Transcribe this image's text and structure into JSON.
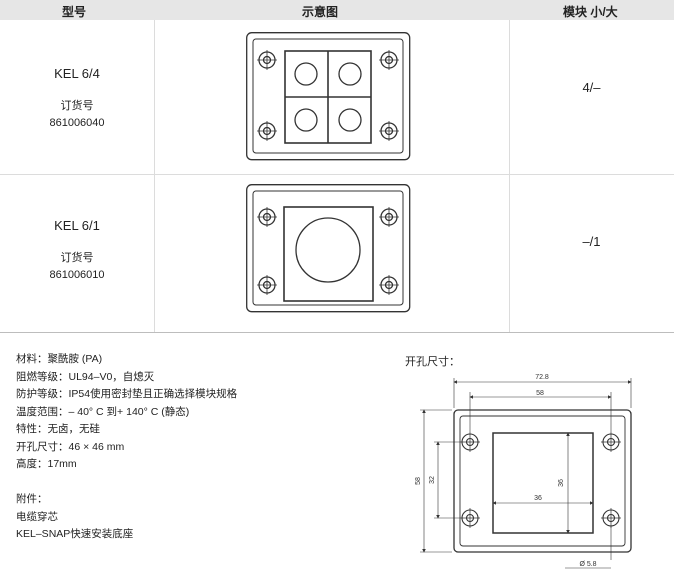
{
  "header": {
    "col_model": "型号",
    "col_diagram": "示意图",
    "col_modules": "模块 小/大"
  },
  "rows": [
    {
      "model": "KEL 6/4",
      "order_label": "订货号",
      "order_no": "861006040",
      "modules": "4/–",
      "diagram": "four-small-ports"
    },
    {
      "model": "KEL 6/1",
      "order_label": "订货号",
      "order_no": "861006010",
      "modules": "–/1",
      "diagram": "one-large-port"
    }
  ],
  "specs": [
    "材料：聚酰胺 (PA)",
    "阻燃等级：UL94–V0，自熄灭",
    "防护等级：IP54使用密封垫且正确选择模块规格",
    "温度范围：– 40°  C 到+ 140°  C (静态)",
    "特性：无卤，无硅",
    "开孔尺寸：46 × 46 mm",
    "高度：17mm"
  ],
  "accessories": {
    "title": "附件：",
    "items": [
      "电缆穿芯",
      "KEL–SNAP快速安装底座"
    ]
  },
  "cutout": {
    "title": "开孔尺寸：",
    "dimensions": {
      "overall_width": "72.8",
      "hole_spacing_x": "58",
      "cutout_width": "36",
      "cutout_height": "36",
      "hole_spacing_y": "32",
      "overall_height": "58",
      "hole_diameter": "Ø 5.8"
    }
  }
}
